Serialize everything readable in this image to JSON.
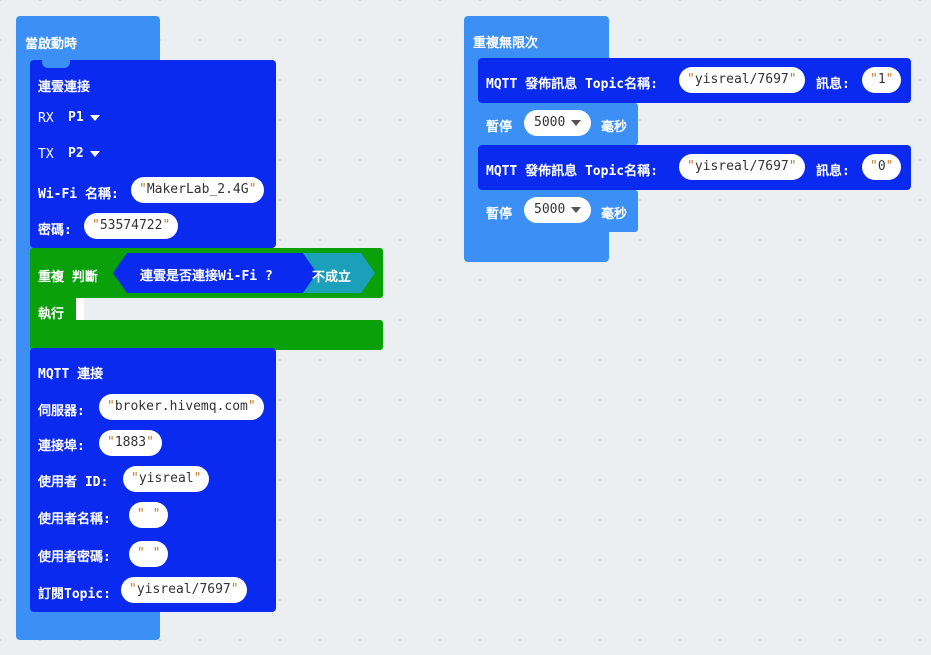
{
  "left_stack": {
    "hat": {
      "label": "當啟動時"
    },
    "connect": {
      "title": "連雲連接",
      "rx": {
        "label": "RX",
        "value": "P1"
      },
      "tx": {
        "label": "TX",
        "value": "P2"
      },
      "wifi": {
        "label": "Wi-Fi 名稱:",
        "value": "MakerLab_2.4G"
      },
      "password": {
        "label": "密碼:",
        "value": "53574722"
      }
    },
    "repeat": {
      "label": "重複 判斷",
      "condition": "連雲是否連接Wi-Fi ?",
      "negation": "不成立",
      "do_label": "執行"
    },
    "mqtt": {
      "title": "MQTT 連接",
      "server": {
        "label": "伺服器:",
        "value": "broker.hivemq.com"
      },
      "port": {
        "label": "連接埠:",
        "value": "1883"
      },
      "user_id": {
        "label": "使用者 ID:",
        "value": "yisreal"
      },
      "username": {
        "label": "使用者名稱:",
        "value": " "
      },
      "userpass": {
        "label": "使用者密碼:",
        "value": " "
      },
      "subscribe": {
        "label": "訂閱Topic:",
        "value": "yisreal/7697"
      }
    }
  },
  "right_stack": {
    "hat": {
      "label": "重複無限次"
    },
    "publish1": {
      "label_prefix": "MQTT 發佈訊息 Topic名稱:",
      "topic": "yisreal/7697",
      "msg_label": "訊息:",
      "msg": "1"
    },
    "pause1": {
      "label": "暫停",
      "value": "5000",
      "unit": "毫秒"
    },
    "publish2": {
      "label_prefix": "MQTT 發佈訊息 Topic名稱:",
      "topic": "yisreal/7697",
      "msg_label": "訊息:",
      "msg": "0"
    },
    "pause2": {
      "label": "暫停",
      "value": "5000",
      "unit": "毫秒"
    }
  },
  "colors": {
    "hat": "#3b8ff5",
    "connect": "#0a2af0",
    "loop": "#0aa00a",
    "condition": "#0a2af0",
    "negation": "#1aa0b8",
    "workspace": "#eceff1"
  }
}
